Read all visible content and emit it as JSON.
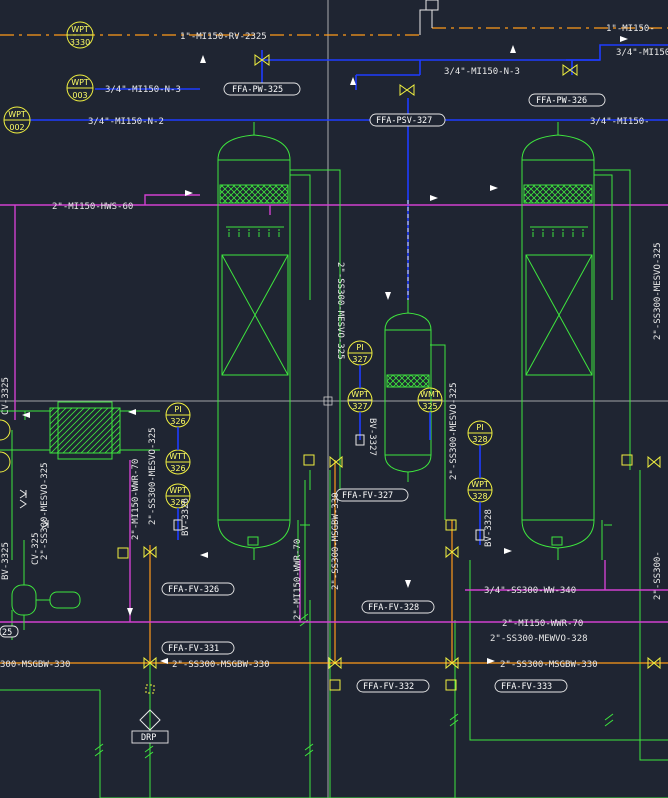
{
  "lines": {
    "rv2325": "1\"-MI150-RV-2325",
    "rv2325_right": "1\"-MI150-",
    "n3_left": "3/4\"-MI150-N-3",
    "n3_mid": "3/4\"-MI150-N-3",
    "n3_right": "3/4\"-MI150-",
    "n2_left": "3/4\"-MI150-N-2",
    "n2_right": "3/4\"-MI150-",
    "hws60": "2\"-MI150-HWS-60",
    "mesvo325_a": "2\"-SS300-MESVO-325",
    "mesvo325_b": "2\"-SS300-MESVO-325",
    "mesvo325_c": "2\"-SS300-MESVO-325",
    "mesvo325_d": "2\"-SS300-MESVO-325",
    "mesvo325_e": "2\"-SS300-MESVO-325",
    "wwr70_v": "2\"-MI150-WWR-70",
    "wwr70_v2": "2\"-MI150-WWR-70",
    "wwr70_h": "2\"-MI150-WWR-70",
    "msgbw330_v": "2\"-SS300-MSGBW-330",
    "msgbw330_h1": "2\"-SS300-MSGBW-330",
    "msgbw330_h2": "2\"-SS300-MSGBW-330",
    "msgbw330_left": "300-MSGBW-330",
    "msgbw330_right": "2\"-SS300-",
    "ww340": "3/4\"-SS300-WW-340",
    "mewvo328": "2\"-SS300-MEWVO-328",
    "cv3325": "CV-3325",
    "cv325": "CV-325",
    "bv3325": "BV-3325",
    "bv3326": "BV-3326",
    "bv3327": "BV-3327",
    "bv3328": "BV-3328",
    "bv325_left": "25"
  },
  "tags": {
    "pw325": "FFA-PW-325",
    "psv327": "FFA-PSV-327",
    "pw326": "FFA-PW-326",
    "fv326": "FFA-FV-326",
    "fv327": "FFA-FV-327",
    "fv328": "FFA-FV-328",
    "fv331": "FFA-FV-331",
    "fv332": "FFA-FV-332",
    "fv333": "FFA-FV-333",
    "drp": "DRP"
  },
  "instruments": {
    "wpt3330": [
      "WPT",
      "3330"
    ],
    "wpt003": [
      "WPT",
      "003"
    ],
    "wpt002": [
      "WPT",
      "002"
    ],
    "pi327": [
      "PI",
      "327"
    ],
    "wpt327": [
      "WPT",
      "327"
    ],
    "wmt325": [
      "WMT",
      "325"
    ],
    "pi326": [
      "PI",
      "326"
    ],
    "wtt326": [
      "WTT",
      "326"
    ],
    "wpt326": [
      "WPT",
      "326"
    ],
    "pi328": [
      "PI",
      "328"
    ],
    "wpt328": [
      "WPT",
      "328"
    ]
  },
  "colors": {
    "background": "#1f2532",
    "green": "#3ee53e",
    "blue": "#1f3cff",
    "magenta": "#d040d0",
    "orange": "#ff9a1a",
    "yellow": "#f0f040"
  }
}
